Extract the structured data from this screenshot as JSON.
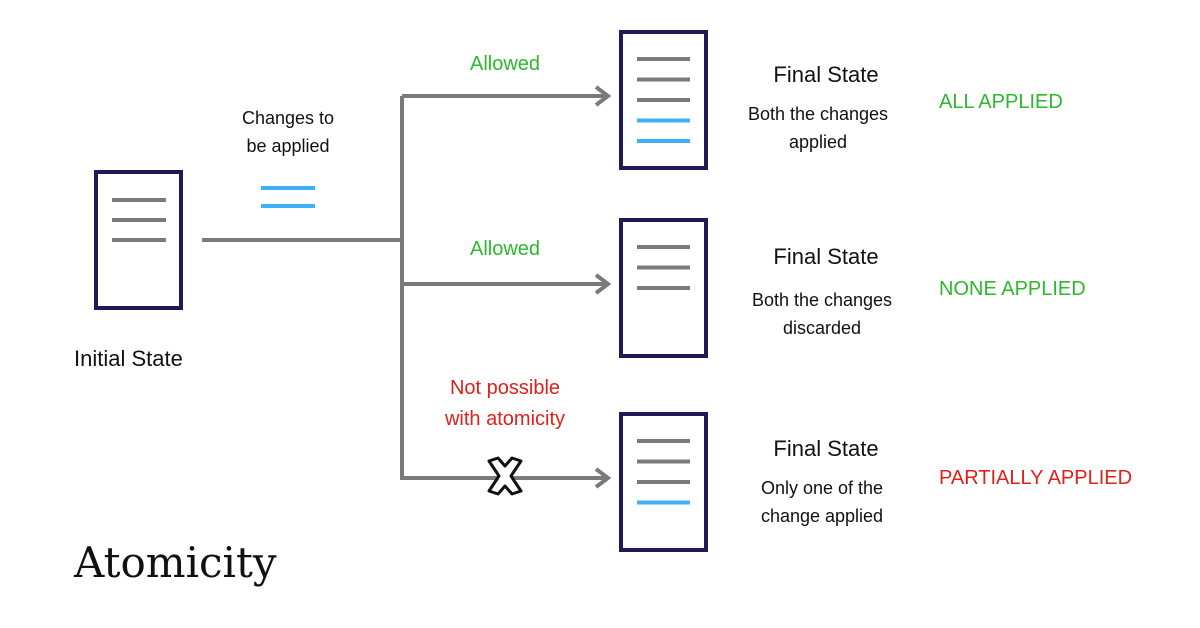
{
  "title": "Atomicity",
  "initial": {
    "label": "Initial State"
  },
  "changes_label": {
    "line1": "Changes to",
    "line2": "be applied"
  },
  "branches": [
    {
      "edge_label": [
        "Allowed"
      ],
      "edge_color": "#2db82d",
      "final_title": "Final State",
      "final_desc": [
        "Both the changes",
        "applied"
      ],
      "status": "ALL APPLIED",
      "status_color": "#2db82d",
      "doc_lines": [
        "gray",
        "gray",
        "gray",
        "blue",
        "blue"
      ],
      "blocked": false
    },
    {
      "edge_label": [
        "Allowed"
      ],
      "edge_color": "#2db82d",
      "final_title": "Final State",
      "final_desc": [
        "Both the changes",
        "discarded"
      ],
      "status": "NONE APPLIED",
      "status_color": "#2db82d",
      "doc_lines": [
        "gray",
        "gray",
        "gray"
      ],
      "blocked": false
    },
    {
      "edge_label": [
        "Not possible",
        "with atomicity"
      ],
      "edge_color": "#e0201b",
      "final_title": "Final State",
      "final_desc": [
        "Only one of the",
        "change applied"
      ],
      "status": "PARTIALLY APPLIED",
      "status_color": "#e0201b",
      "doc_lines": [
        "gray",
        "gray",
        "gray",
        "blue"
      ],
      "blocked": true
    }
  ],
  "colors": {
    "doc_border": "#231a55",
    "line_gray": "#7a7a7a",
    "line_blue": "#3fb0f5",
    "connector": "#7a7a7a",
    "blocked_mark": "#111111"
  }
}
